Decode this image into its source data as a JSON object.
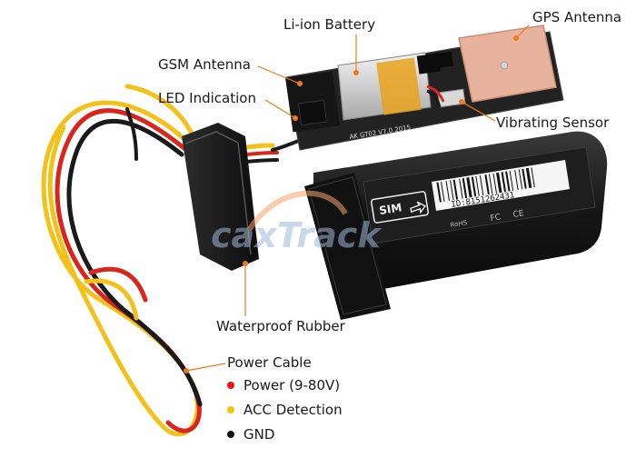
{
  "labels": {
    "battery": "Li-ion Battery",
    "gps_antenna": "GPS Antenna",
    "gsm_antenna": "GSM Antenna",
    "led": "LED Indication",
    "vibrating_sensor": "Vibrating Sensor",
    "waterproof": "Waterproof Rubber",
    "power_cable": "Power Cable"
  },
  "legend": [
    {
      "label": "Power (9-80V)",
      "color": "#e8141b"
    },
    {
      "label": "ACC Detection",
      "color": "#f5c400"
    },
    {
      "label": "GND",
      "color": "#111111"
    }
  ],
  "device": {
    "sim_text": "SIM",
    "id_text": "ID:8151262431",
    "cert_rohs": "RoHS",
    "cert_fc": "FC",
    "cert_ce": "CE",
    "pcb_text": "AK GT02 V7.0 2015"
  },
  "watermark": "caxTrack",
  "colors": {
    "leader_line": "#f07a1a",
    "pointer_dot": "#f07a1a",
    "wire_red": "#d8261e",
    "wire_yellow": "#f2c21a",
    "wire_black": "#1a1a1a",
    "body": "#1c1c1c",
    "patch_antenna": "#e8b39c",
    "pcb": "#222222"
  }
}
